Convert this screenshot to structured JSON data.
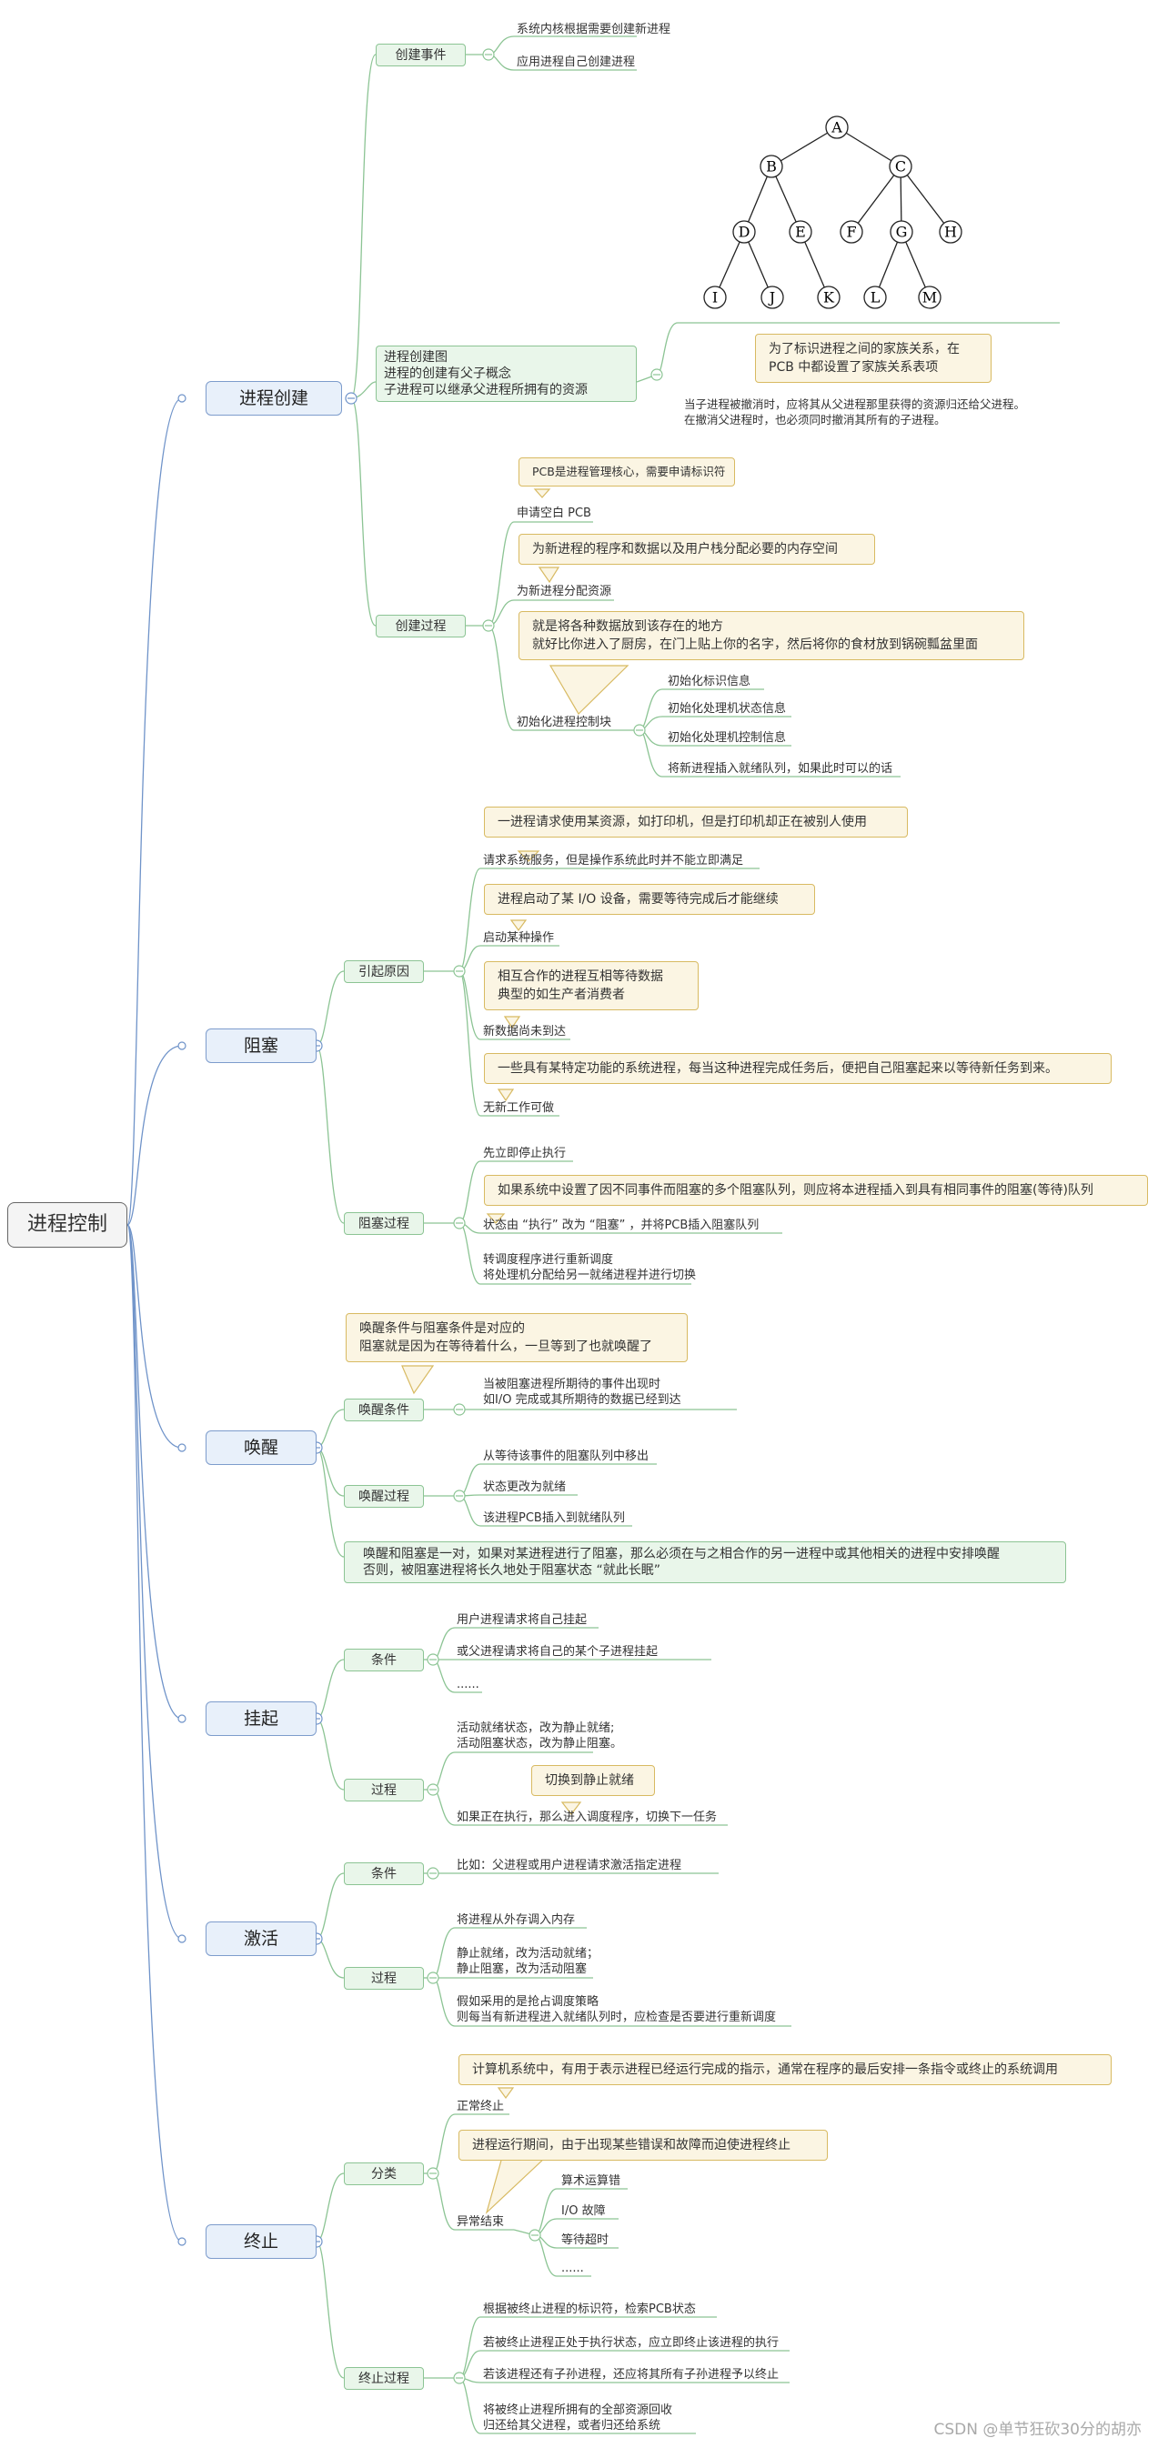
{
  "title": "进程控制",
  "watermark": "CSDN @单节狂砍30分的胡亦",
  "branches": {
    "create": {
      "label": "进程创建",
      "event": {
        "label": "创建事件",
        "items": [
          "系统内核根据需要创建新进程",
          "应用进程自己创建进程"
        ]
      },
      "graph": {
        "label": "进程创建图\n进程的创建有父子概念\n子进程可以继承父进程所拥有的资源",
        "callout": "为了标识进程之间的家族关系，在\nPCB 中都设置了家族关系表项",
        "note": "当子进程被撤消时，应将其从父进程那里获得的资源归还给父进程。\n在撤消父进程时，也必须同时撤消其所有的子进程。",
        "tree_nodes": [
          "A",
          "B",
          "C",
          "D",
          "E",
          "F",
          "G",
          "H",
          "I",
          "J",
          "K",
          "L",
          "M"
        ]
      },
      "process": {
        "label": "创建过程",
        "callout1": "PCB是进程管理核心，需要申请标识符",
        "step1": "申请空白 PCB",
        "callout2": "为新进程的程序和数据以及用户栈分配必要的内存空间",
        "step2": "为新进程分配资源",
        "callout3": "就是将各种数据放到该存在的地方\n就好比你进入了厨房，在门上贴上你的名字，然后将你的食材放到锅碗瓢盆里面",
        "step3": "初始化进程控制块",
        "init_items": [
          "初始化标识信息",
          "初始化处理机状态信息",
          "初始化处理机控制信息",
          "将新进程插入就绪队列，如果此时可以的话"
        ]
      }
    },
    "block": {
      "label": "阻塞",
      "causes": {
        "label": "引起原因",
        "callout1": "一进程请求使用某资源，如打印机，但是打印机却正在被别人使用",
        "item1": "请求系统服务，但是操作系统此时并不能立即满足",
        "callout2": "进程启动了某 I/O 设备，需要等待完成后才能继续",
        "item2": "启动某种操作",
        "callout3": "相互合作的进程互相等待数据\n典型的如生产者消费者",
        "item3": "新数据尚未到达",
        "callout4": "一些具有某特定功能的系统进程，每当这种进程完成任务后，便把自己阻塞起来以等待新任务到来。",
        "item4": "无新工作可做"
      },
      "process": {
        "label": "阻塞过程",
        "item1": "先立即停止执行",
        "callout": "如果系统中设置了因不同事件而阻塞的多个阻塞队列，则应将本进程插入到具有相同事件的阻塞(等待)队列",
        "item2": "状态由 “执行” 改为 “阻塞” ，并将PCB插入阻塞队列",
        "item3": "转调度程序进行重新调度\n将处理机分配给另一就绪进程并进行切换"
      }
    },
    "wake": {
      "label": "唤醒",
      "condition": {
        "label": "唤醒条件",
        "callout": "唤醒条件与阻塞条件是对应的\n阻塞就是因为在等待着什么，一旦等到了也就唤醒了",
        "item": "当被阻塞进程所期待的事件出现时\n如I/O 完成或其所期待的数据已经到达"
      },
      "process": {
        "label": "唤醒过程",
        "items": [
          "从等待该事件的阻塞队列中移出",
          "状态更改为就绪",
          "该进程PCB插入到就绪队列"
        ]
      },
      "note": "唤醒和阻塞是一对，如果对某进程进行了阻塞，那么必须在与之相合作的另一进程中或其他相关的进程中安排唤醒\n否则，被阻塞进程将长久地处于阻塞状态 “就此长眠”"
    },
    "suspend": {
      "label": "挂起",
      "condition": {
        "label": "条件",
        "items": [
          "用户进程请求将自己挂起",
          "或父进程请求将自己的某个子进程挂起",
          "......"
        ]
      },
      "process": {
        "label": "过程",
        "item1": "活动就绪状态，改为静止就绪;\n活动阻塞状态，改为静止阻塞。",
        "callout": "切换到静止就绪",
        "item2": "如果正在执行，那么进入调度程序，切换下一任务"
      }
    },
    "activate": {
      "label": "激活",
      "condition": {
        "label": "条件",
        "item": "比如：父进程或用户进程请求激活指定进程"
      },
      "process": {
        "label": "过程",
        "items": [
          "将进程从外存调入内存",
          "静止就绪，改为活动就绪；\n静止阻塞，改为活动阻塞",
          "假如采用的是抢占调度策略\n则每当有新进程进入就绪队列时，应检查是否要进行重新调度"
        ]
      }
    },
    "terminate": {
      "label": "终止",
      "category": {
        "label": "分类",
        "callout1": "计算机系统中，有用于表示进程已经运行完成的指示，通常在程序的最后安排一条指令或终止的系统调用",
        "normal": "正常终止",
        "callout2": "进程运行期间，由于出现某些错误和故障而迫使进程终止",
        "abnormal": "异常结束",
        "abnormal_items": [
          "算术运算错",
          "I/O 故障",
          "等待超时",
          "......"
        ]
      },
      "process": {
        "label": "终止过程",
        "items": [
          "根据被终止进程的标识符，检索PCB状态",
          "若被终止进程正处于执行状态，应立即终止该进程的执行",
          "若该进程还有子孙进程，还应将其所有子孙进程予以终止",
          "将被终止进程所拥有的全部资源回收\n归还给其父进程，或者归还给系统"
        ]
      }
    }
  }
}
